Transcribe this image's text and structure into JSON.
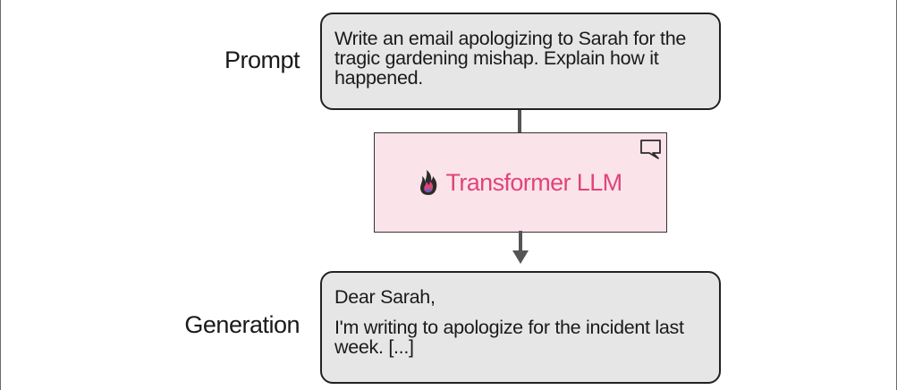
{
  "diagram": {
    "prompt_label": "Prompt",
    "prompt_text": "Write an email apologizing to Sarah for the tragic gardening mishap. Explain how it happened.",
    "model_label": "Transformer LLM",
    "generation_label": "Generation",
    "generation_greeting": "Dear Sarah,",
    "generation_body": "I'm writing to apologize for the incident last week. [...]"
  },
  "colors": {
    "box_fill": "#e6e6e6",
    "llm_fill": "#fbe3ea",
    "llm_text": "#e0457a",
    "border": "#222222"
  },
  "icons": [
    "transformer-logo-icon",
    "chat-bubble-icon",
    "arrow-down-icon"
  ]
}
